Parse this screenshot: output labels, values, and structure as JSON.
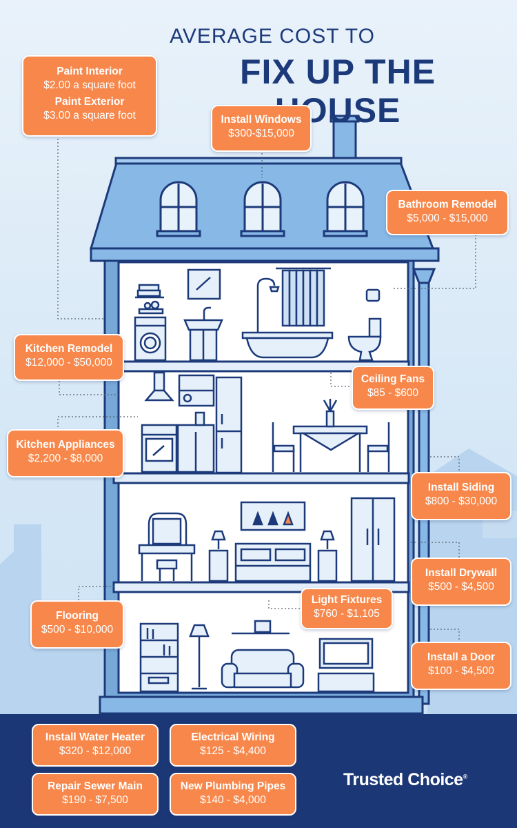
{
  "title": {
    "line1": "AVERAGE COST TO",
    "line2": "FIX UP THE HOUSE"
  },
  "costs": {
    "paint_interior": {
      "name": "Paint Interior",
      "price": "$2.00 a square foot"
    },
    "paint_exterior": {
      "name": "Paint Exterior",
      "price": "$3.00 a square foot"
    },
    "install_windows": {
      "name": "Install Windows",
      "price": "$300-$15,000"
    },
    "bathroom_remodel": {
      "name": "Bathroom Remodel",
      "price": "$5,000 - $15,000"
    },
    "kitchen_remodel": {
      "name": "Kitchen Remodel",
      "price": "$12,000 - $50,000"
    },
    "ceiling_fans": {
      "name": "Ceiling Fans",
      "price": "$85 - $600"
    },
    "kitchen_appliances": {
      "name": "Kitchen Appliances",
      "price": "$2,200 - $8,000"
    },
    "install_siding": {
      "name": "Install Siding",
      "price": "$800 - $30,000"
    },
    "install_drywall": {
      "name": "Install Drywall",
      "price": "$500 - $4,500"
    },
    "light_fixtures": {
      "name": "Light Fixtures",
      "price": "$760 - $1,105"
    },
    "flooring": {
      "name": "Flooring",
      "price": "$500 - $10,000"
    },
    "install_door": {
      "name": "Install a Door",
      "price": "$100 - $4,500"
    },
    "water_heater": {
      "name": "Install Water Heater",
      "price": "$320 - $12,000"
    },
    "electrical_wiring": {
      "name": "Electrical Wiring",
      "price": "$125 - $4,400"
    },
    "sewer_main": {
      "name": "Repair Sewer Main",
      "price": "$190 - $7,500"
    },
    "plumbing_pipes": {
      "name": "New Plumbing Pipes",
      "price": "$140 - $4,000"
    }
  },
  "brand": {
    "name": "Trusted Choice",
    "mark": "®"
  },
  "colors": {
    "navy": "#1c3775",
    "tag_orange": "#f7874a",
    "wall_blue": "#78a8d8",
    "roof_blue": "#88b8e6",
    "sky": "#dcebf7"
  },
  "icons": [
    "eagle-icon",
    "window-icon",
    "chimney-icon",
    "bathtub-icon",
    "toilet-icon",
    "sink-icon",
    "washing-machine-icon",
    "range-hood-icon",
    "oven-icon",
    "refrigerator-icon",
    "dining-table-icon",
    "bed-icon",
    "vanity-icon",
    "wardrobe-icon",
    "bookshelf-icon",
    "floor-lamp-icon",
    "sofa-icon",
    "tv-icon"
  ]
}
